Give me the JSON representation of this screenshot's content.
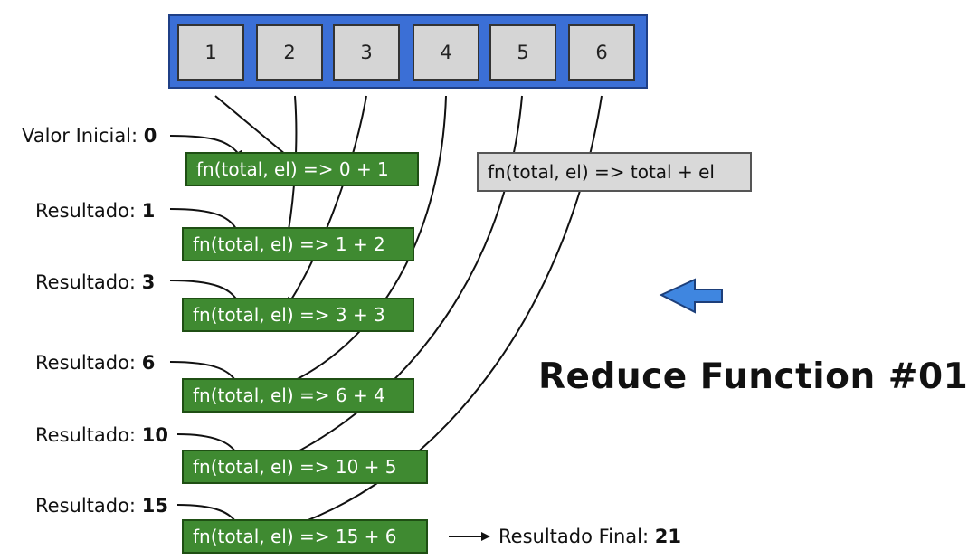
{
  "array": [
    "1",
    "2",
    "3",
    "4",
    "5",
    "6"
  ],
  "steps": [
    {
      "label": "Valor Inicial:",
      "value": "0",
      "expr": "fn(total, el) => 0 + 1"
    },
    {
      "label": "Resultado:",
      "value": "1",
      "expr": "fn(total, el) => 1 + 2"
    },
    {
      "label": "Resultado:",
      "value": "3",
      "expr": "fn(total, el) => 3 + 3"
    },
    {
      "label": "Resultado:",
      "value": "6",
      "expr": "fn(total, el) => 6 + 4"
    },
    {
      "label": "Resultado:",
      "value": "10",
      "expr": "fn(total, el) => 10 + 5"
    },
    {
      "label": "Resultado:",
      "value": "15",
      "expr": "fn(total, el) => 15 + 6"
    }
  ],
  "final": {
    "label": "Resultado Final:",
    "value": "21"
  },
  "generic_fn": "fn(total, el) => total + el",
  "title": "Reduce Function #01",
  "colors": {
    "array_bg": "#3b6fd6",
    "cell_bg": "#d5d5d5",
    "fn_box": "#3f8a31",
    "arrow_accent": "#3f86e0"
  }
}
